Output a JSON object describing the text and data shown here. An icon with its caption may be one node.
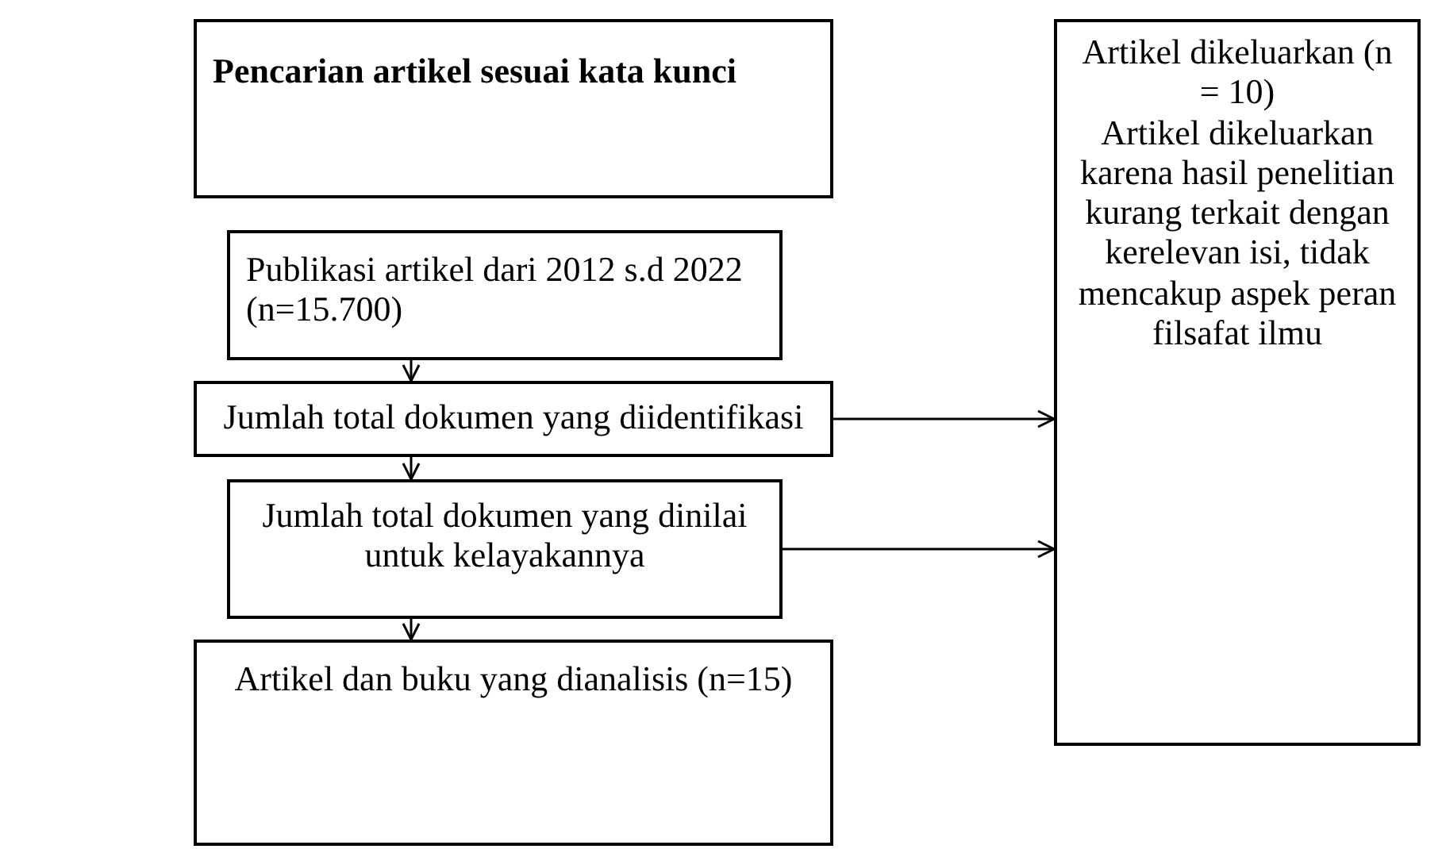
{
  "diagram": {
    "nodes": [
      {
        "text": [
          "Pencarian artikel sesuai kata kunci"
        ]
      },
      {
        "text": [
          "Publikasi artikel dari 2012 s.d 2022 (n=15.700)"
        ]
      },
      {
        "text": [
          "Jumlah total dokumen  yang diidentifikasi"
        ]
      },
      {
        "text": [
          "Jumlah total dokumen yang dinilai untuk kelayakannya"
        ]
      },
      {
        "text": [
          "Artikel dan buku yang dianalisis (n=15)"
        ]
      },
      {
        "text": [
          "Artikel dikeluarkan (n = 10)",
          "Artikel dikeluarkan karena hasil penelitian kurang terkait dengan kerelevan isi, tidak mencakup aspek peran filsafat ilmu"
        ]
      }
    ],
    "edges": [
      {
        "from": 1,
        "to": 2,
        "arrow": "to"
      },
      {
        "from": 2,
        "to": 3,
        "arrow": "to"
      },
      {
        "from": 3,
        "to": 4,
        "arrow": "to"
      },
      {
        "from": 2,
        "to": 5,
        "arrow": "to"
      },
      {
        "from": 3,
        "to": 5,
        "arrow": "to"
      }
    ]
  }
}
